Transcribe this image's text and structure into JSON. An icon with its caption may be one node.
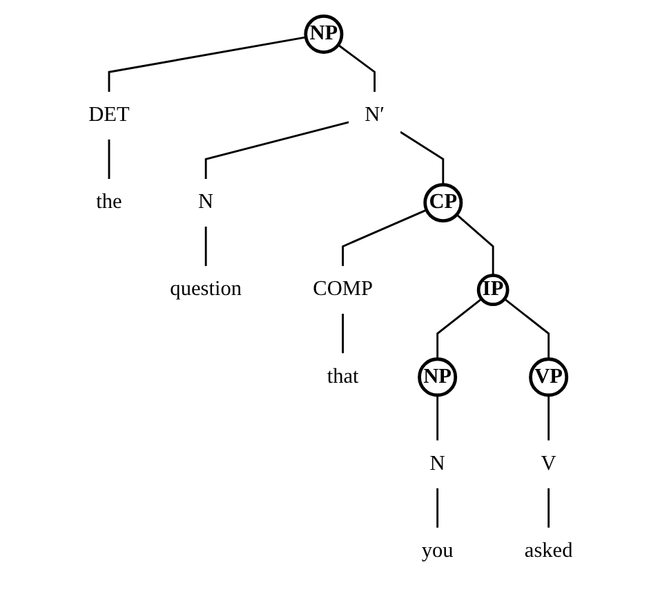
{
  "diagram": {
    "nodes": [
      {
        "text": [
          "NP"
        ]
      },
      {
        "text": [
          "DET"
        ]
      },
      {
        "text": [
          "N′"
        ]
      },
      {
        "text": [
          "the"
        ]
      },
      {
        "text": [
          "N"
        ]
      },
      {
        "text": [
          "CP"
        ]
      },
      {
        "text": [
          "question"
        ]
      },
      {
        "text": [
          "COMP"
        ]
      },
      {
        "text": [
          "IP"
        ]
      },
      {
        "text": [
          "that"
        ]
      },
      {
        "text": [
          "NP"
        ]
      },
      {
        "text": [
          "VP"
        ]
      },
      {
        "text": [
          "N"
        ]
      },
      {
        "text": [
          "V"
        ]
      },
      {
        "text": [
          "you"
        ]
      },
      {
        "text": [
          "asked"
        ]
      }
    ],
    "edges": [
      {
        "from": 0,
        "to": 1,
        "arrow": "none"
      },
      {
        "from": 0,
        "to": 2,
        "arrow": "none"
      },
      {
        "from": 1,
        "to": 3,
        "arrow": "none"
      },
      {
        "from": 2,
        "to": 4,
        "arrow": "none"
      },
      {
        "from": 2,
        "to": 5,
        "arrow": "none"
      },
      {
        "from": 4,
        "to": 6,
        "arrow": "none"
      },
      {
        "from": 5,
        "to": 7,
        "arrow": "none"
      },
      {
        "from": 5,
        "to": 8,
        "arrow": "none"
      },
      {
        "from": 7,
        "to": 9,
        "arrow": "none"
      },
      {
        "from": 8,
        "to": 10,
        "arrow": "none"
      },
      {
        "from": 8,
        "to": 11,
        "arrow": "none"
      },
      {
        "from": 10,
        "to": 12,
        "arrow": "none"
      },
      {
        "from": 11,
        "to": 13,
        "arrow": "none"
      },
      {
        "from": 12,
        "to": 14,
        "arrow": "none"
      },
      {
        "from": 13,
        "to": 15,
        "arrow": "none"
      }
    ]
  }
}
